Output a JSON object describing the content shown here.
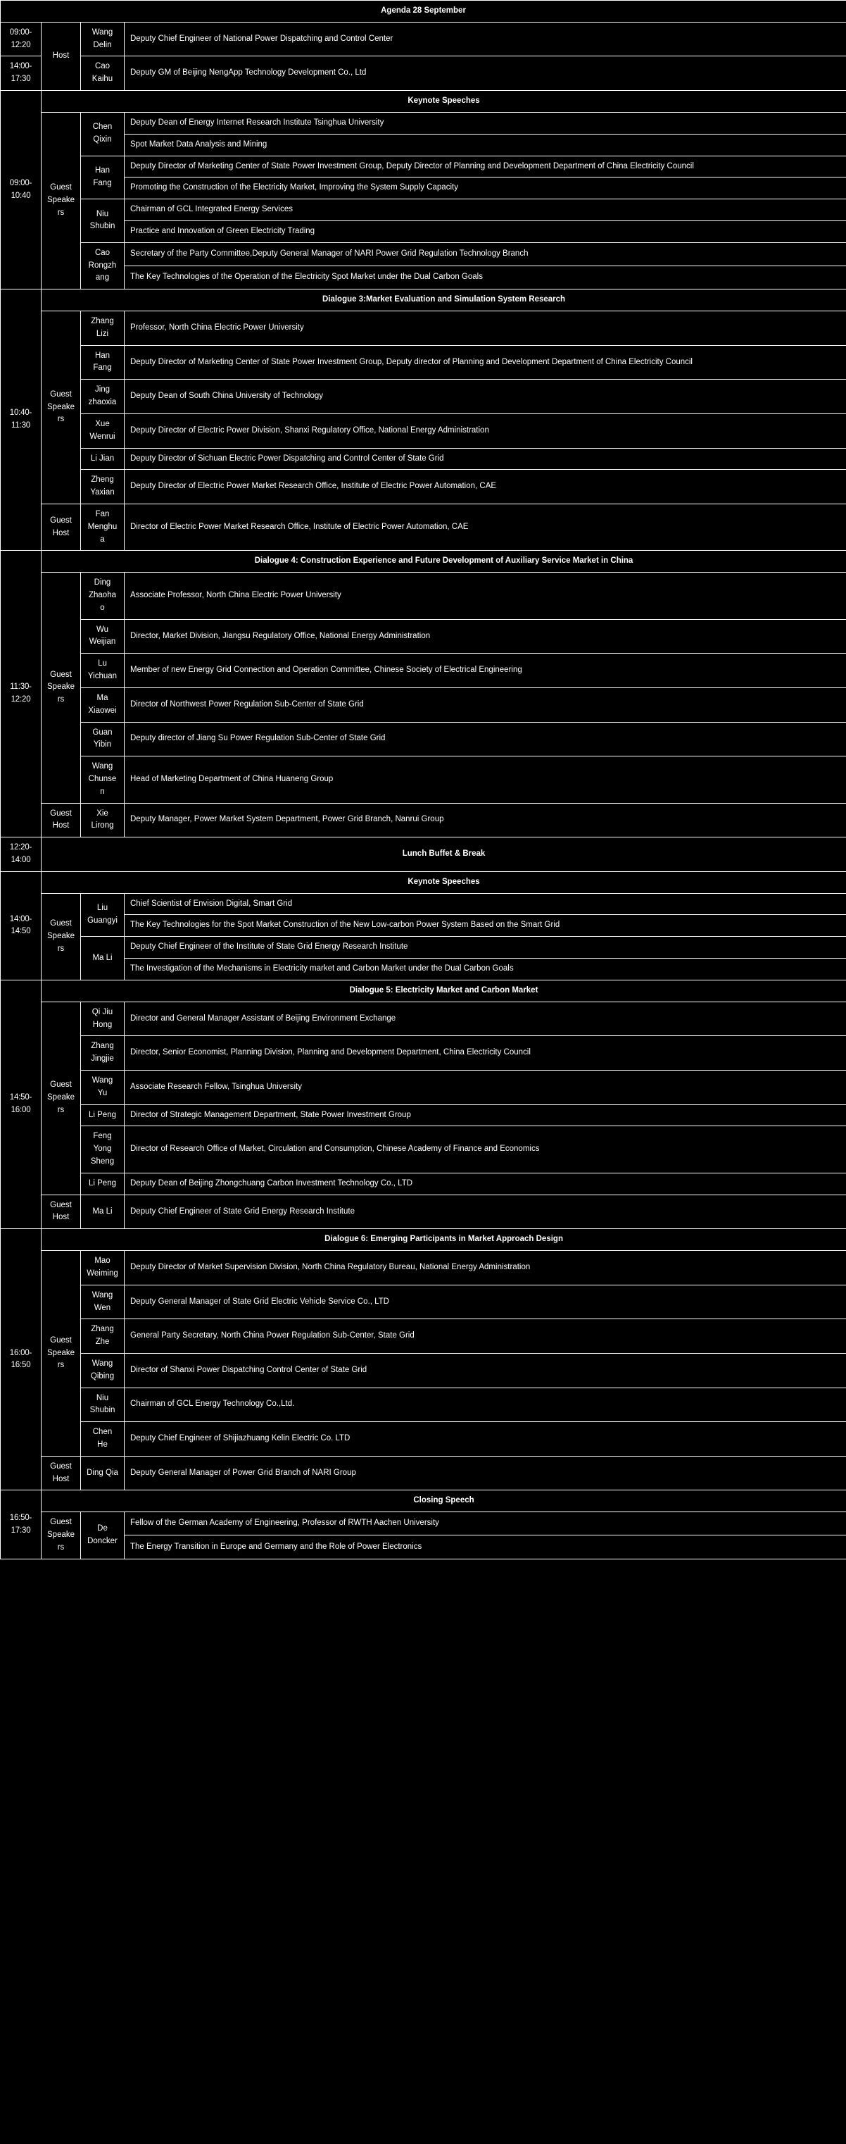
{
  "title": "Agenda 28 September",
  "sections": {
    "keynote_am": "Keynote Speeches",
    "dialogue3": "Dialogue 3:Market Evaluation and Simulation System Research",
    "dialogue4": "Dialogue 4: Construction Experience and Future Development of Auxiliary Service Market in China",
    "lunch": "Lunch Buffet & Break",
    "keynote_pm": "Keynote Speeches",
    "dialogue5": "Dialogue 5: Electricity Market and Carbon Market",
    "dialogue6": "Dialogue 6: Emerging Participants in Market Approach Design",
    "closing": "Closing Speech"
  },
  "roles": {
    "host": "Host",
    "guest_speakers": "Guest Speakers",
    "guest_host": "Guest Host"
  },
  "times": {
    "t1": "09:00-12:20",
    "t2": "14:00-17:30",
    "t3": "09:00-10:40",
    "t4": "10:40-11:30",
    "t5": "11:30-12:20",
    "t6": "12:20-14:00",
    "t7": "14:00-14:50",
    "t8": "14:50-16:00",
    "t9": "16:00-16:50",
    "t10": "16:50-17:30"
  },
  "hosts": [
    {
      "name": "Wang Delin",
      "desc": "Deputy Chief Engineer of National Power Dispatching and Control Center"
    },
    {
      "name": "Cao Kaihu",
      "desc": "Deputy GM of Beijing NengApp Technology Development Co., Ltd"
    }
  ],
  "keynote_am_speakers": [
    {
      "name": "Chen Qixin",
      "lines": [
        "Deputy Dean of Energy Internet Research Institute Tsinghua University",
        "Spot Market Data Analysis and Mining"
      ]
    },
    {
      "name": "Han Fang",
      "lines": [
        "Deputy Director of Marketing Center of State Power Investment Group, Deputy Director of Planning and Development Department of China Electricity Council",
        "Promoting the Construction of the Electricity Market, Improving the System Supply Capacity"
      ]
    },
    {
      "name": "Niu Shubin",
      "lines": [
        "Chairman of GCL Integrated Energy Services",
        "Practice and Innovation of Green Electricity Trading"
      ]
    },
    {
      "name": "Cao Rongzhang",
      "lines": [
        "Secretary of the Party Committee,Deputy General Manager of NARI Power Grid Regulation Technology Branch",
        "The Key Technologies of the Operation of the Electricity Spot Market under the Dual Carbon Goals"
      ]
    }
  ],
  "dialogue3_speakers": [
    {
      "name": "Zhang Lizi",
      "desc": "Professor, North China Electric Power University"
    },
    {
      "name": "Han Fang",
      "desc": "Deputy Director of Marketing Center of State Power Investment Group, Deputy director of Planning and Development Department of China Electricity Council"
    },
    {
      "name": "Jing zhaoxia",
      "desc": "Deputy Dean of South China University of Technology"
    },
    {
      "name": "Xue Wenrui",
      "desc": "Deputy Director of Electric Power Division, Shanxi Regulatory Office, National Energy Administration"
    },
    {
      "name": "Li Jian",
      "desc": "Deputy Director of Sichuan Electric Power Dispatching and Control Center of State Grid"
    },
    {
      "name": "Zheng Yaxian",
      "desc": "Deputy Director of Electric Power Market Research Office, Institute of Electric Power Automation, CAE"
    }
  ],
  "dialogue3_host": {
    "name": "Fan Menghua",
    "desc": "Director of Electric Power Market Research Office, Institute of Electric Power Automation, CAE"
  },
  "dialogue4_speakers": [
    {
      "name": "Ding Zhaohao",
      "desc": "Associate Professor, North China Electric Power University"
    },
    {
      "name": "Wu Weijian",
      "desc": "Director, Market Division, Jiangsu Regulatory Office, National Energy Administration"
    },
    {
      "name": "Lu Yichuan",
      "desc": "Member of new Energy Grid Connection and Operation Committee, Chinese Society of Electrical Engineering"
    },
    {
      "name": "Ma Xiaowei",
      "desc": "Director of Northwest Power Regulation Sub-Center of State Grid"
    },
    {
      "name": "Guan Yibin",
      "desc": "Deputy director of Jiang Su Power Regulation Sub-Center of State Grid"
    },
    {
      "name": "Wang Chunsen",
      "desc": "Head of Marketing Department of China Huaneng Group"
    }
  ],
  "dialogue4_host": {
    "name": "Xie Lirong",
    "desc": "Deputy Manager, Power Market System Department, Power Grid Branch, Nanrui Group"
  },
  "keynote_pm_speakers": [
    {
      "name": "Liu Guangyi",
      "lines": [
        "Chief Scientist of Envision Digital, Smart Grid",
        "The Key Technologies for the Spot Market Construction of the New Low-carbon Power System Based on the Smart Grid"
      ]
    },
    {
      "name": "Ma Li",
      "lines": [
        "Deputy Chief Engineer of the Institute of State Grid Energy Research Institute",
        "The Investigation of the Mechanisms in Electricity market and Carbon Market under the Dual Carbon Goals"
      ]
    }
  ],
  "dialogue5_speakers": [
    {
      "name": "Qi Jiu Hong",
      "desc": "Director and General Manager Assistant of Beijing Environment Exchange"
    },
    {
      "name": "Zhang Jingjie",
      "desc": "Director, Senior Economist, Planning Division, Planning and Development Department, China Electricity Council"
    },
    {
      "name": "Wang Yu",
      "desc": "Associate Research Fellow, Tsinghua University"
    },
    {
      "name": "Li Peng",
      "desc": "Director of Strategic Management Department, State Power Investment Group"
    },
    {
      "name": "Feng Yong Sheng",
      "desc": "Director of Research Office of Market, Circulation and Consumption, Chinese Academy of Finance and Economics"
    },
    {
      "name": "Li Peng",
      "desc": "Deputy Dean of Beijing Zhongchuang Carbon Investment Technology Co., LTD"
    }
  ],
  "dialogue5_host": {
    "name": "Ma Li",
    "desc": "Deputy Chief Engineer of State Grid Energy Research Institute"
  },
  "dialogue6_speakers": [
    {
      "name": "Mao Weiming",
      "desc": "Deputy Director of Market Supervision Division, North China Regulatory Bureau, National Energy Administration"
    },
    {
      "name": "Wang Wen",
      "desc": "Deputy General Manager of State Grid Electric Vehicle Service Co., LTD"
    },
    {
      "name": "Zhang Zhe",
      "desc": "General Party Secretary, North China Power Regulation Sub-Center, State Grid"
    },
    {
      "name": "Wang Qibing",
      "desc": "Director of Shanxi Power Dispatching Control Center of State Grid"
    },
    {
      "name": "Niu Shubin",
      "desc": "Chairman of GCL Energy Technology Co.,Ltd."
    },
    {
      "name": "Chen He",
      "desc": "Deputy Chief Engineer of Shijiazhuang Kelin Electric Co. LTD"
    }
  ],
  "dialogue6_host": {
    "name": "Ding Qia",
    "desc": "Deputy General Manager of Power Grid Branch of NARI Group"
  },
  "closing_speaker": {
    "name": "De Doncker",
    "lines": [
      "Fellow of the German Academy of Engineering, Professor of RWTH Aachen University",
      "The Energy Transition in Europe and Germany and the Role of Power Electronics"
    ]
  }
}
